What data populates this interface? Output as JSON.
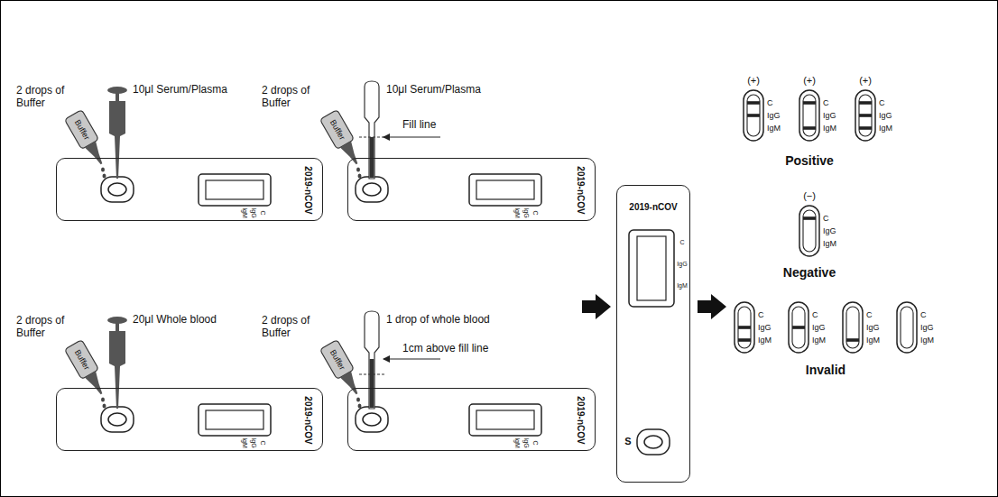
{
  "diagram": {
    "nodes": [
      {
        "text": [
          "2019-nCOV",
          "C",
          "IgG",
          "IgM"
        ]
      },
      {
        "text": [
          "2019-nCOV",
          "C",
          "IgG",
          "IgM"
        ]
      },
      {
        "text": [
          "2019-nCOV",
          "C",
          "IgG",
          "IgM"
        ]
      },
      {
        "text": [
          "2019-nCOV",
          "C",
          "IgG",
          "IgM"
        ]
      },
      {
        "text": [
          "2019-nCOV",
          "C",
          "IgG",
          "IgM",
          "S"
        ]
      }
    ],
    "labels": [
      "2 drops of Buffer",
      "10μl Serum/Plasma",
      "Buffer",
      "2 drops of Buffer",
      "10μl Serum/Plasma",
      "Fill line",
      "Buffer",
      "2 drops of Buffer",
      "20μl Whole blood",
      "Buffer",
      "2 drops of Buffer",
      "1 drop of whole blood",
      "1cm above fill line",
      "Buffer",
      "(+)",
      "C",
      "IgG",
      "IgM",
      "(+)",
      "C",
      "IgG",
      "IgM",
      "(+)",
      "C",
      "IgG",
      "IgM",
      "Positive",
      "(−)",
      "C",
      "IgG",
      "IgM",
      "Negative",
      "C",
      "IgG",
      "IgM",
      "C",
      "IgG",
      "IgM",
      "C",
      "IgG",
      "IgM",
      "C",
      "IgG",
      "IgM",
      "Invalid"
    ]
  }
}
